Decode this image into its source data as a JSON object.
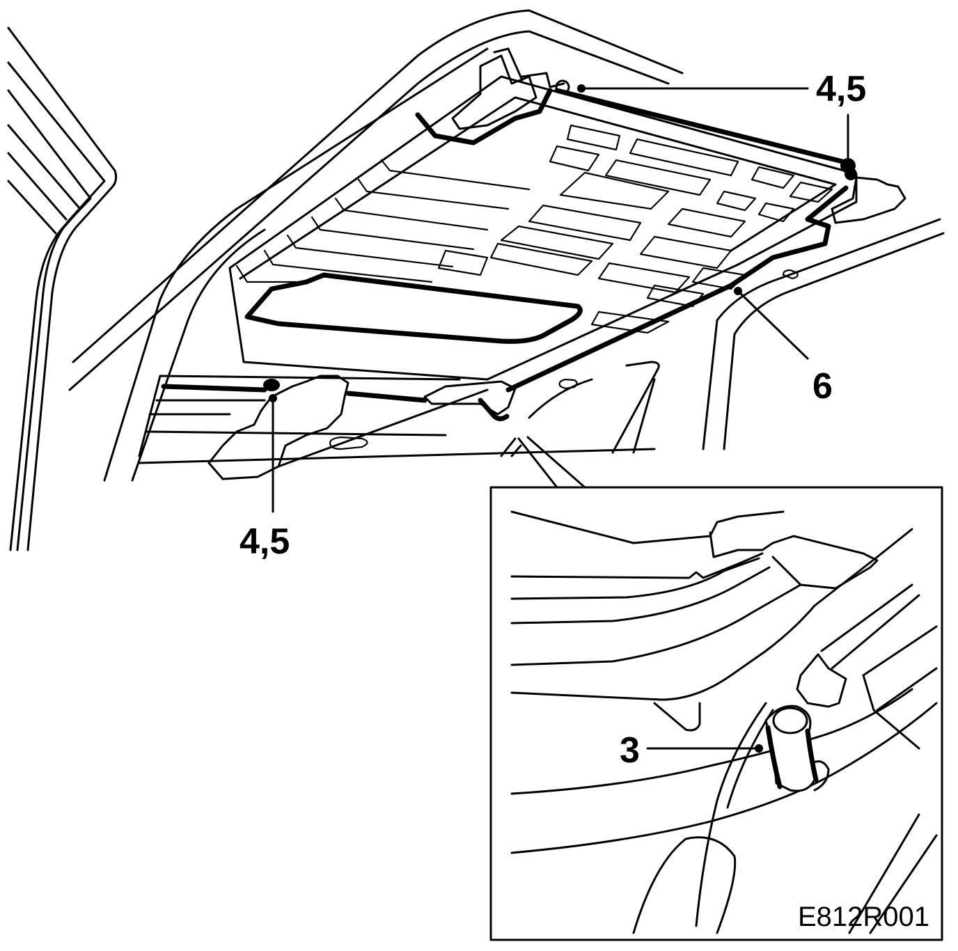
{
  "callouts": {
    "top_right": "4,5",
    "bottom_left": "4,5",
    "right": "6",
    "detail": "3"
  },
  "reference_code": "E812R001"
}
